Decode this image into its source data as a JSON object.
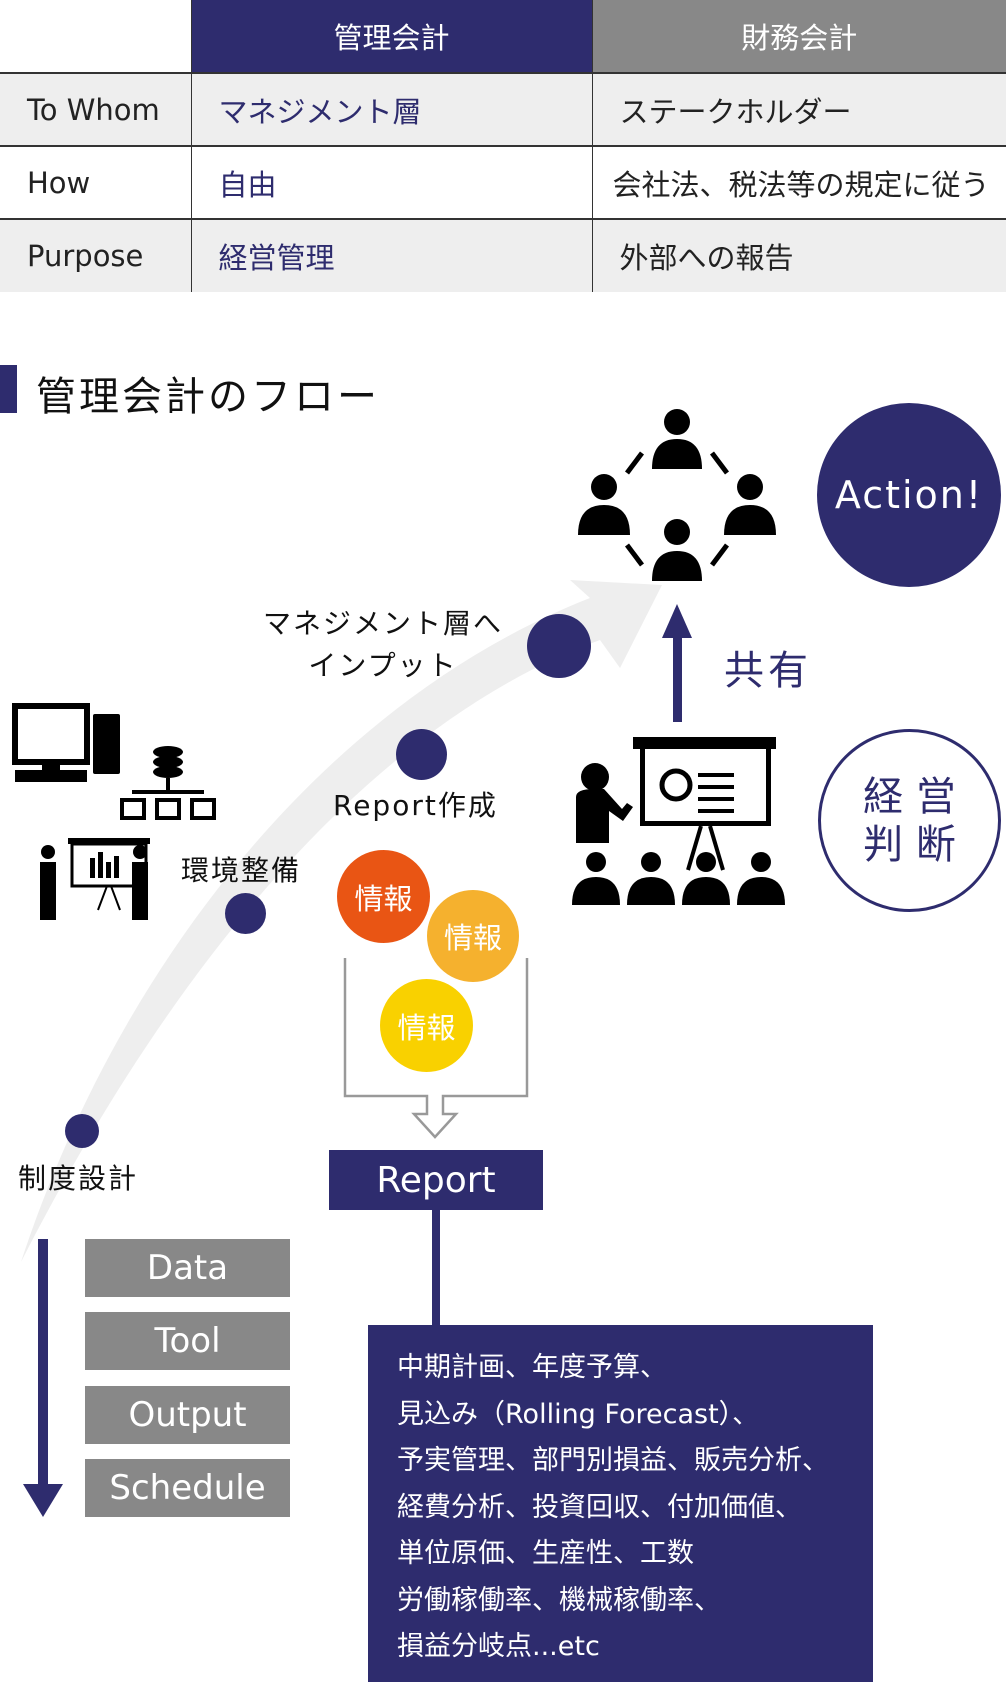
{
  "table": {
    "headers": [
      "",
      "管理会計",
      "財務会計"
    ],
    "rows": [
      {
        "label": "To Whom",
        "management": "マネジメント層",
        "financial": "ステークホルダー"
      },
      {
        "label": "How",
        "management": "自由",
        "financial": "会社法、税法等の規定に従う"
      },
      {
        "label": "Purpose",
        "management": "経営管理",
        "financial": "外部への報告"
      }
    ]
  },
  "section_title": "管理会計のフロー",
  "flow": {
    "action": "Action!",
    "share": "共有",
    "judgment": [
      "経 営",
      "判 断"
    ],
    "steps": {
      "input": [
        "マネジメント層へ",
        "インプット"
      ],
      "report_create": "Report作成",
      "environment": "環境整備",
      "system_design": "制度設計"
    },
    "info": [
      "情報",
      "情報",
      "情報"
    ],
    "report": "Report",
    "report_items": [
      "中期計画、年度予算、",
      "見込み（Rolling Forecast）、",
      "予実管理、部門別損益、販売分析、",
      "経費分析、投資回収、付加価値、",
      "単位原価、生産性、工数",
      "労働稼働率、機械稼働率、",
      "損益分岐点...etc"
    ],
    "phases": [
      "Data",
      "Tool",
      "Output",
      "Schedule"
    ]
  },
  "colors": {
    "navy": "#2e2c6e",
    "gray": "#888888",
    "light": "#eeeeee",
    "orange": "#e95514",
    "amber": "#f5b12e",
    "yellow": "#f9d100"
  }
}
